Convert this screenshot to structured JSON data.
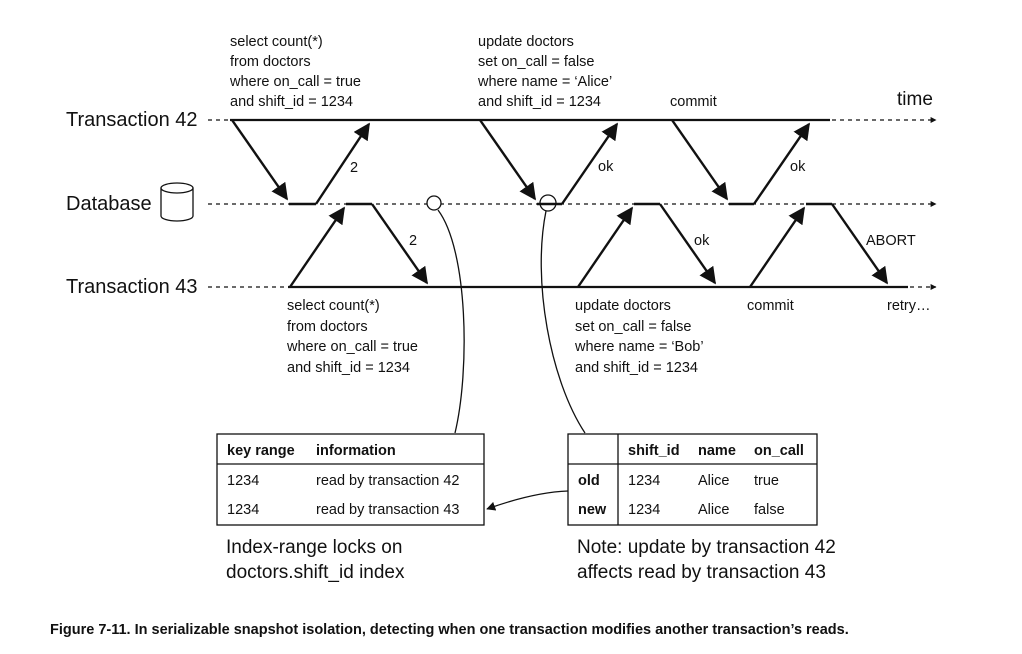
{
  "lanes": {
    "t42": "Transaction 42",
    "db": "Database",
    "t43": "Transaction 43"
  },
  "time_label": "time",
  "t42_queries": {
    "select": [
      "select count(*)",
      "from doctors",
      "where on_call = true",
      "and shift_id = 1234"
    ],
    "update": [
      "update doctors",
      "set on_call = false",
      "where name = ‘Alice’",
      "and shift_id = 1234"
    ],
    "commit": "commit"
  },
  "t43_queries": {
    "select": [
      "select count(*)",
      "from doctors",
      "where on_call = true",
      "and shift_id = 1234"
    ],
    "update": [
      "update doctors",
      "set on_call = false",
      "where name = ‘Bob’",
      "and shift_id = 1234"
    ],
    "commit": "commit",
    "retry": "retry…"
  },
  "responses": {
    "t42_select": "2",
    "t43_select": "2",
    "t42_update": "ok",
    "t43_update": "ok",
    "t42_commit": "ok",
    "t43_commit": "ABORT"
  },
  "lock_table": {
    "headers": [
      "key range",
      "information"
    ],
    "rows": [
      [
        "1234",
        "read by transaction 42"
      ],
      [
        "1234",
        "read by transaction 43"
      ]
    ],
    "caption": [
      "Index-range locks on",
      "doctors.shift_id index"
    ]
  },
  "version_table": {
    "headers": [
      "",
      "shift_id",
      "name",
      "on_call"
    ],
    "rows": [
      [
        "old",
        "1234",
        "Alice",
        "true"
      ],
      [
        "new",
        "1234",
        "Alice",
        "false"
      ]
    ],
    "caption": [
      "Note: update by transaction 42",
      "affects read by transaction 43"
    ]
  },
  "figure_caption": "Figure 7-11. In serializable snapshot isolation, detecting when one transaction modifies another transaction’s reads."
}
